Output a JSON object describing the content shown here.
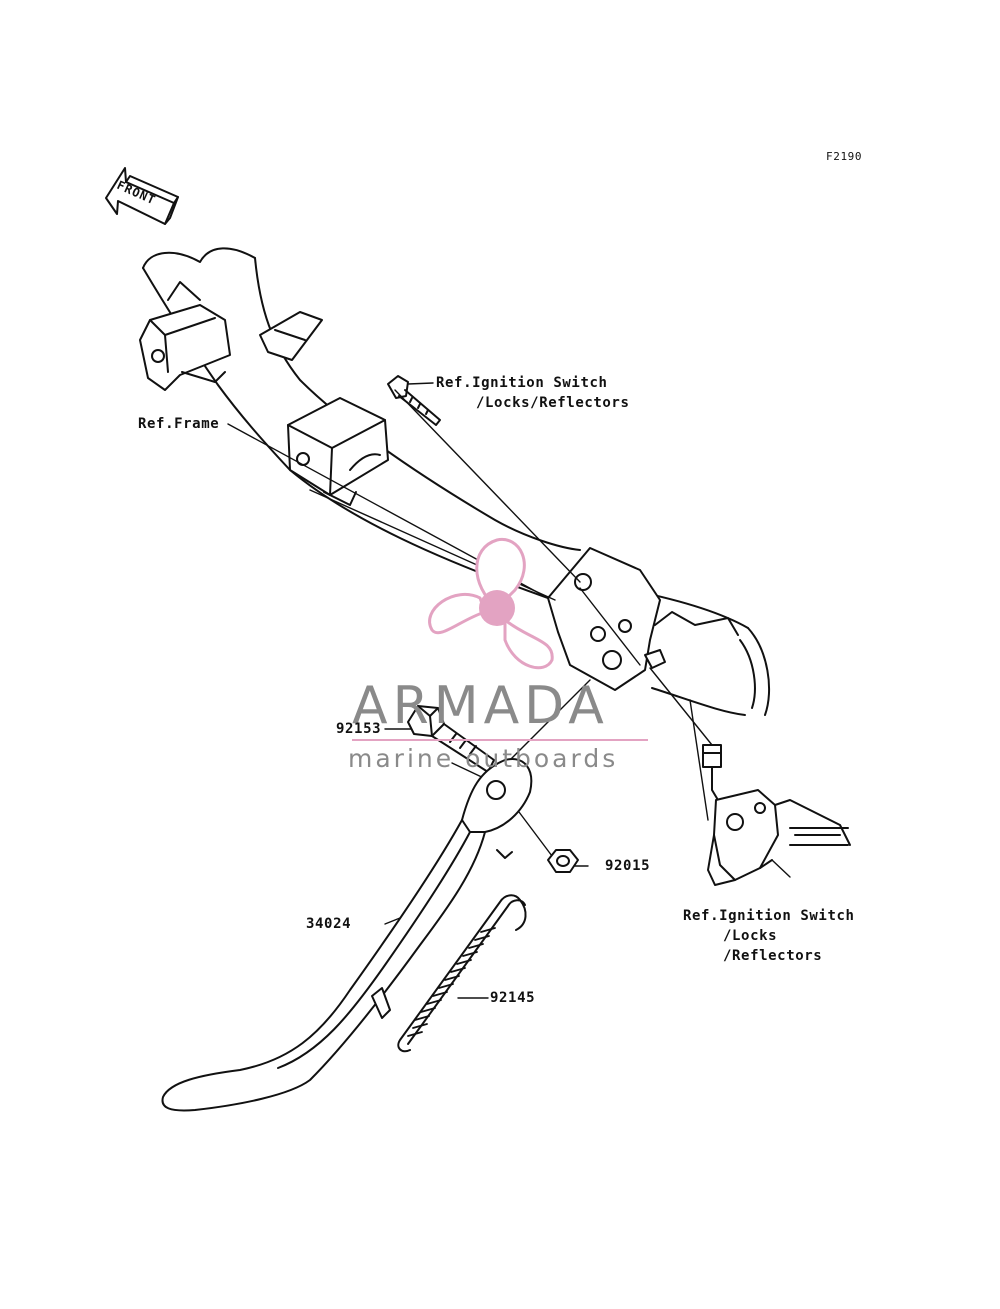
{
  "diagram": {
    "figure_code": "F2190",
    "front_arrow_label": "FRONT",
    "labels": {
      "ref_frame": "Ref.Frame",
      "ref_ignition_top_line1": "Ref.Ignition Switch",
      "ref_ignition_top_line2": "/Locks/Reflectors",
      "ref_ignition_bottom_line1": "Ref.Ignition Switch",
      "ref_ignition_bottom_line2": "/Locks",
      "ref_ignition_bottom_line3": "/Reflectors",
      "part_92153": "92153",
      "part_92015": "92015",
      "part_34024": "34024",
      "part_92145": "92145"
    }
  },
  "watermark": {
    "brand": "ARMADA",
    "tagline": "marine outboards",
    "colors": {
      "brand_pink": "#e3a3c2",
      "text_gray": "#8a8a8a"
    }
  }
}
